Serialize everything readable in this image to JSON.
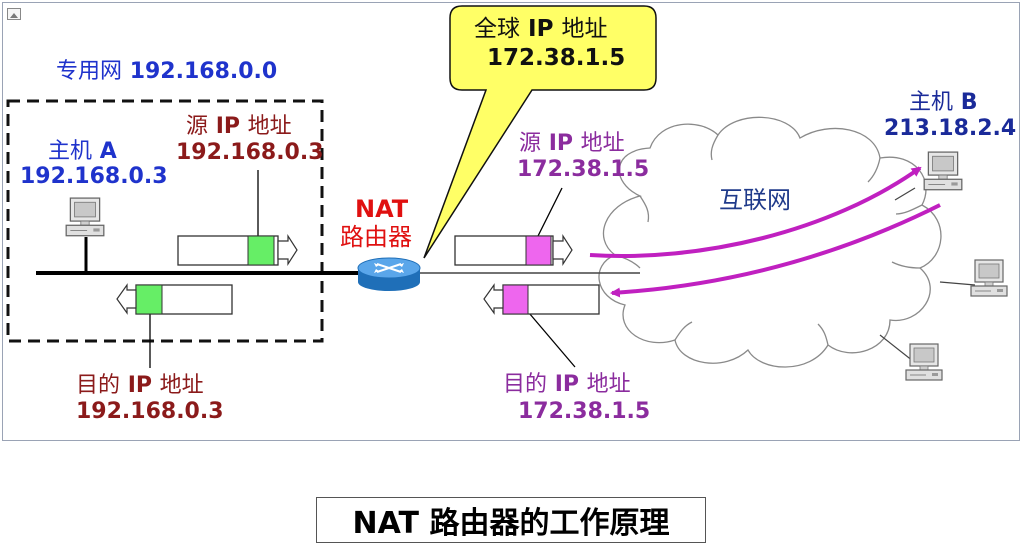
{
  "private_net": {
    "title_cjk": "专用网",
    "title_num": "192.168.0.0"
  },
  "host_a": {
    "name_cjk": "主机",
    "name_letter": "A",
    "ip": "192.168.0.3"
  },
  "host_b": {
    "name_cjk": "主机",
    "name_letter": "B",
    "ip": "213.18.2.4"
  },
  "nat": {
    "label_top": "NAT",
    "label_bottom": "路由器"
  },
  "callout": {
    "line1_pre": "全球",
    "line1_ip": "IP",
    "line1_post": "地址",
    "line2": "172.38.1.5"
  },
  "left_src": {
    "pre": "源",
    "ip": "IP",
    "post": "地址",
    "value": "192.168.0.3"
  },
  "left_dst": {
    "pre": "目的",
    "ip": "IP",
    "post": "地址",
    "value": "192.168.0.3"
  },
  "right_src": {
    "pre": "源",
    "ip": "IP",
    "post": "地址",
    "value": "172.38.1.5"
  },
  "right_dst": {
    "pre": "目的",
    "ip": "IP",
    "post": "地址",
    "value": "172.38.1.5"
  },
  "internet": {
    "label": "互联网"
  },
  "caption": "NAT 路由器的工作原理",
  "colors": {
    "blue": "#1f33cc",
    "dark_red": "#8b1a1a",
    "purple": "#8b2c9e",
    "nat_red": "#e01010",
    "green_field": "#66ee66",
    "pink_field": "#ee66ee",
    "callout_fill": "#ffff66",
    "arrow_magenta": "#c020c0",
    "router_blue": "#3a8fd8"
  },
  "icons": [
    "computer-icon",
    "router-icon",
    "cloud-shape",
    "packet-arrow"
  ]
}
